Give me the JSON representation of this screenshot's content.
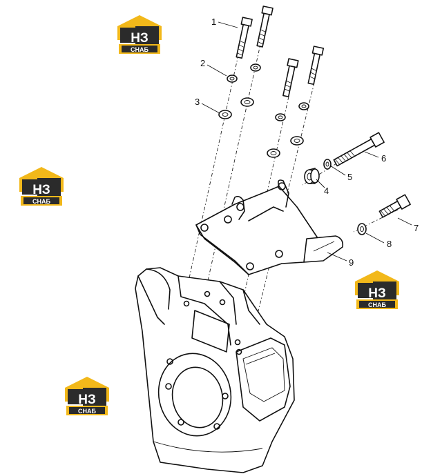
{
  "logo": {
    "primary": "НЗ",
    "secondary": "СНАБ",
    "colors": {
      "yellow": "#f2b81a",
      "dark": "#2b2b2b",
      "white": "#ffffff"
    }
  },
  "callouts": [
    {
      "num": "1"
    },
    {
      "num": "2"
    },
    {
      "num": "3"
    },
    {
      "num": "4"
    },
    {
      "num": "5"
    },
    {
      "num": "6"
    },
    {
      "num": "7"
    },
    {
      "num": "8"
    },
    {
      "num": "9"
    }
  ],
  "colors": {
    "line": "#111111",
    "background": "#ffffff"
  }
}
